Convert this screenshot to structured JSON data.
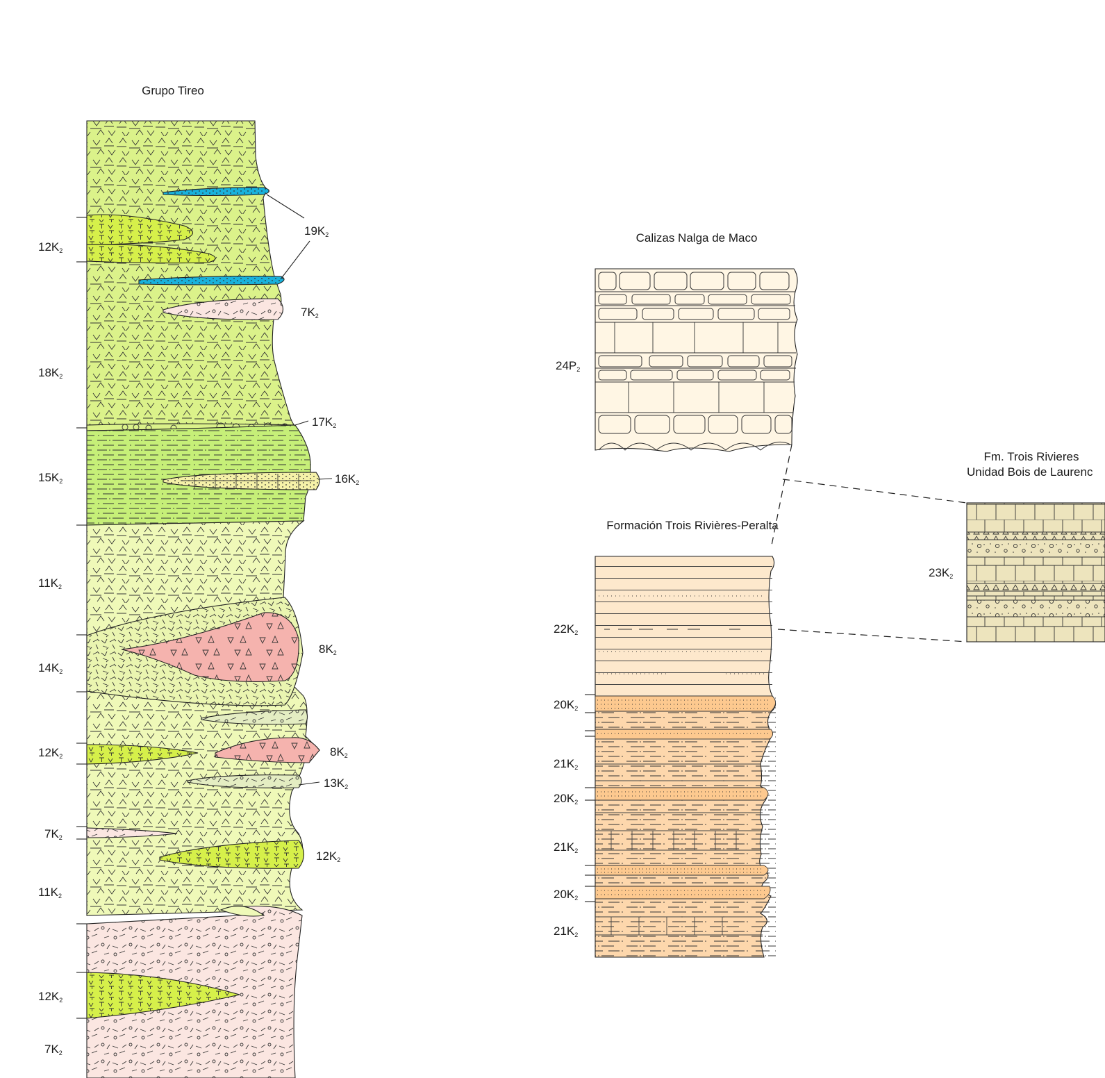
{
  "columns": {
    "tireo": {
      "title": "Grupo Tireo",
      "left_labels": [
        {
          "main": "12K",
          "sub": "2"
        },
        {
          "main": "18K",
          "sub": "2"
        },
        {
          "main": "15K",
          "sub": "2"
        },
        {
          "main": "11K",
          "sub": "2"
        },
        {
          "main": "14K",
          "sub": "2"
        },
        {
          "main": "12K",
          "sub": "2"
        },
        {
          "main": "7K",
          "sub": "2"
        },
        {
          "main": "11K",
          "sub": "2"
        },
        {
          "main": "12K",
          "sub": "2"
        },
        {
          "main": "7K",
          "sub": "2"
        }
      ],
      "right_labels": [
        {
          "main": "19K",
          "sub": "2"
        },
        {
          "main": "7K",
          "sub": "2"
        },
        {
          "main": "17K",
          "sub": "2"
        },
        {
          "main": "16K",
          "sub": "2"
        },
        {
          "main": "8K",
          "sub": "2"
        },
        {
          "main": "8K",
          "sub": "2"
        },
        {
          "main": "13K",
          "sub": "2"
        },
        {
          "main": "12K",
          "sub": "2"
        }
      ]
    },
    "nalga": {
      "title": "Calizas Nalga de Maco",
      "left_labels": [
        {
          "main": "24P",
          "sub": "2"
        }
      ]
    },
    "peralta": {
      "title": "Formación Trois Rivières-Peralta",
      "left_labels": [
        {
          "main": "22K",
          "sub": "2"
        },
        {
          "main": "20K",
          "sub": "2"
        },
        {
          "main": "21K",
          "sub": "2"
        },
        {
          "main": "20K",
          "sub": "2"
        },
        {
          "main": "21K",
          "sub": "2"
        },
        {
          "main": "20K",
          "sub": "2"
        },
        {
          "main": "21K",
          "sub": "2"
        }
      ]
    },
    "bois": {
      "title_line1": "Fm. Trois Rivieres",
      "title_line2": "Unidad Bois de Laurenc",
      "left_labels": [
        {
          "main": "23K",
          "sub": "2"
        }
      ]
    }
  },
  "colors": {
    "andesite_tuff": "#dbf28a",
    "lime_lens": "#d6f04a",
    "blue_chert": "#19b2dc",
    "pink_breccia": "#f5b3ae",
    "light_pink": "#fbe6e1",
    "green_15": "#c6ef78",
    "pale_yellow": "#eff9b8",
    "limestone": "#fff6e4",
    "peralta_light": "#fde8cc",
    "peralta_dark": "#fdd7ac",
    "bois": "#ede4bd"
  }
}
